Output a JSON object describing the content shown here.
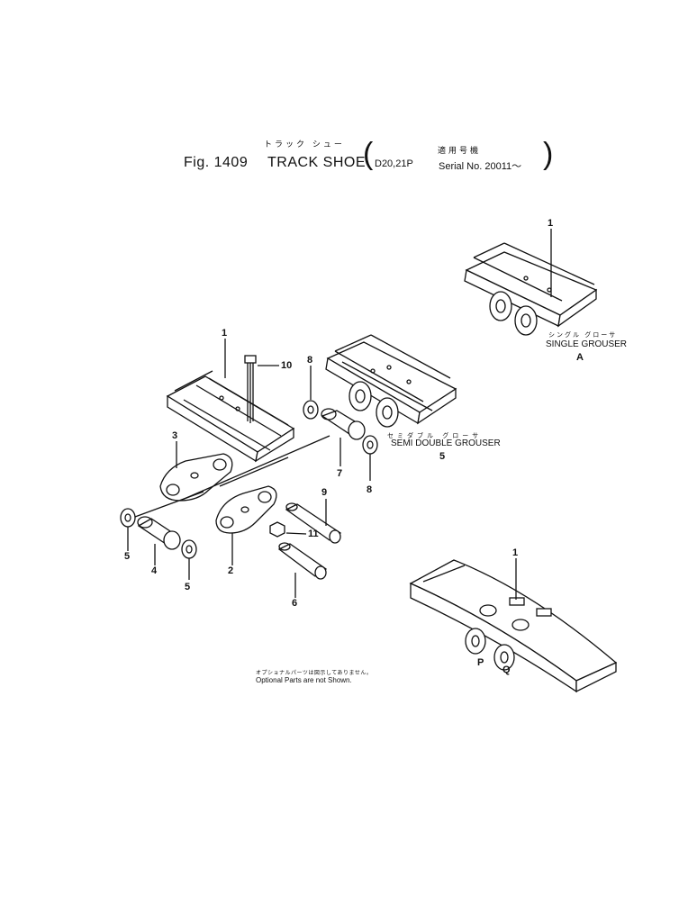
{
  "title": {
    "jp_name": "トラック シュー",
    "fig": "Fig. 1409",
    "name": "TRACK SHOE",
    "jp_applicable": "適用号機",
    "model": "D20,21P",
    "serial": "Serial No. 20011～"
  },
  "variants": {
    "single_jp": "シングル グローサ",
    "single": "SINGLE GROUSER",
    "single_code": "A",
    "semi_jp": "セミダブル グローサ",
    "semi": "SEMI DOUBLE GROUSER",
    "semi_code": "5",
    "code_p": "P",
    "code_q": "Q"
  },
  "callouts": {
    "c1a": "1",
    "c1b": "1",
    "c1c": "1",
    "c2": "2",
    "c3": "3",
    "c4": "4",
    "c5a": "5",
    "c5b": "5",
    "c6": "6",
    "c7": "7",
    "c8a": "8",
    "c8b": "8",
    "c9": "9",
    "c10": "10",
    "c11": "11"
  },
  "note": {
    "jp": "オプショナルパーツは図示してありません。",
    "en": "Optional Parts are not Shown."
  }
}
